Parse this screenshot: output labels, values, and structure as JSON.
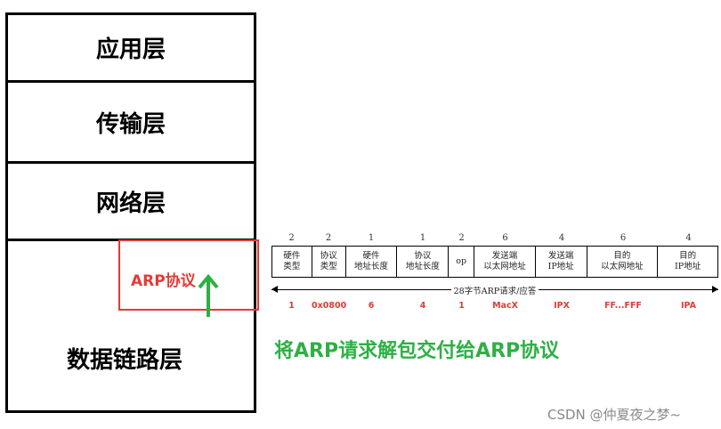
{
  "layers": {
    "application": "应用层",
    "transport": "传输层",
    "network": "网络层",
    "datalink": "数据链路层"
  },
  "arp_box_label": "ARP协议",
  "caption": "将ARP请求解包交付给ARP协议",
  "watermark": "CSDN @仲夏夜之梦~",
  "packet": {
    "fields": [
      {
        "size": "2",
        "label": "硬件\n类型",
        "value": "1",
        "w": 45
      },
      {
        "size": "2",
        "label": "协议\n类型",
        "value": "0x0800",
        "w": 38
      },
      {
        "size": "1",
        "label": "硬件\n地址长度",
        "value": "6",
        "w": 58
      },
      {
        "size": "1",
        "label": "协议\n地址长度",
        "value": "4",
        "w": 58
      },
      {
        "size": "2",
        "label": "op",
        "value": "1",
        "w": 29
      },
      {
        "size": "6",
        "label": "发送端\n以太网地址",
        "value": "MacX",
        "w": 69
      },
      {
        "size": "4",
        "label": "发送端\nIP地址",
        "value": "IPX",
        "w": 58
      },
      {
        "size": "6",
        "label": "目的\n以太网地址",
        "value": "FF...FFF",
        "w": 80
      },
      {
        "size": "4",
        "label": "目的\nIP地址",
        "value": "IPA",
        "w": 67
      }
    ],
    "span_label": "28字节ARP请求/应答"
  },
  "colors": {
    "red": "#e53935",
    "green": "#2db043"
  }
}
